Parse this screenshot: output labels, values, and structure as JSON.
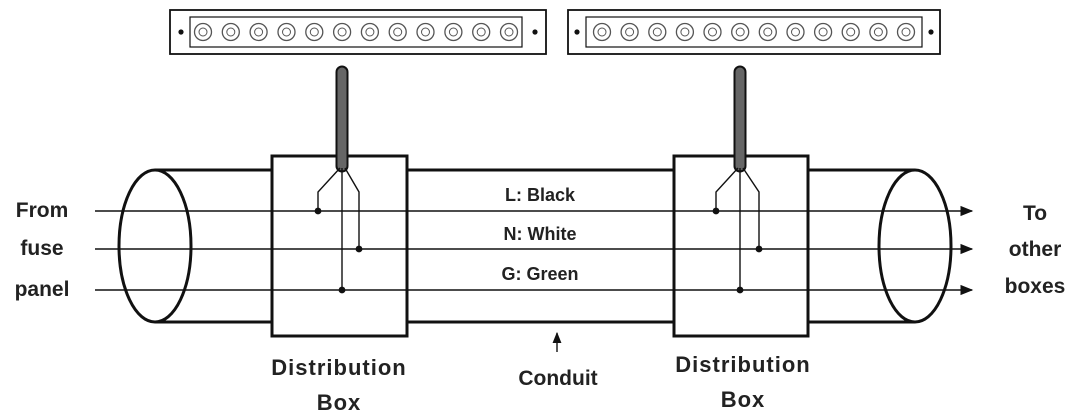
{
  "source": {
    "lines": [
      "From",
      "fuse",
      "panel"
    ]
  },
  "destination": {
    "lines": [
      "To",
      "other",
      "boxes"
    ]
  },
  "wires": [
    {
      "label": "L: Black"
    },
    {
      "label": "N: White"
    },
    {
      "label": "G: Green"
    }
  ],
  "boxes": [
    {
      "lines": [
        "Distribution",
        "Box"
      ]
    },
    {
      "lines": [
        "Distribution",
        "Box"
      ]
    }
  ],
  "conduit": {
    "label": "Conduit"
  },
  "strips": [
    {
      "sockets": 12
    },
    {
      "sockets": 12
    }
  ],
  "colors": {
    "line": "#111111",
    "cable": "#666666",
    "socket": "#555555"
  }
}
